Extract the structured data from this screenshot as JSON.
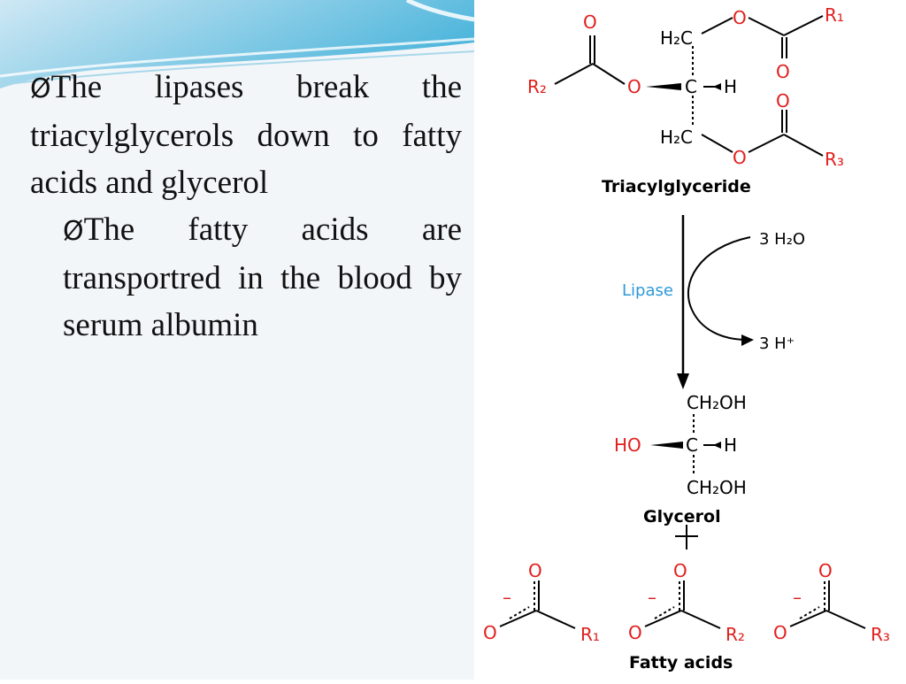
{
  "slide": {
    "bullet_glyph": "Ø",
    "point1": "The lipases break the triacylglycerols down to fatty acids and glycerol",
    "point2": "The fatty acids are transportred in the blood by serum albumin"
  },
  "diagram": {
    "triacylglyceride_label": "Triacylglyceride",
    "enzyme_label": "Lipase",
    "reactant_water": "3 H₂O",
    "product_proton": "3 H⁺",
    "glycerol_label": "Glycerol",
    "plus_sign": "+",
    "fatty_acids_label": "Fatty acids",
    "atom_O": "O",
    "atom_C": "C",
    "atom_H": "H",
    "group_HO": "HO",
    "group_H2C": "H₂C",
    "group_CH2OH": "CH₂OH",
    "group_R1": "R₁",
    "group_R2": "R₂",
    "group_R3": "R₃",
    "charge_minus": "–"
  },
  "colors": {
    "oxygen_red": "#e0201e",
    "lipase_blue": "#2d9ad6",
    "banner_blue": "#4fb6dc",
    "panel_bg": "#f3f6f9"
  }
}
